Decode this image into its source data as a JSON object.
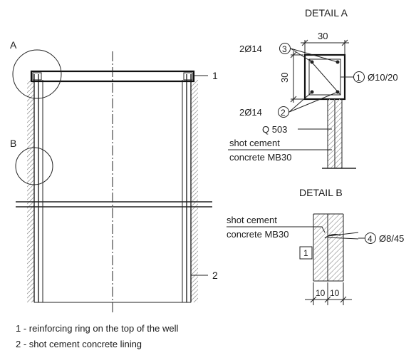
{
  "labels": {
    "detail_a_marker": "A",
    "detail_b_marker": "B",
    "item1_ref": "1",
    "item2_ref": "2"
  },
  "detail_a": {
    "title": "DETAIL A",
    "dim_top": "30",
    "dim_side": "30",
    "top_bars": "2Ø14",
    "top_bars_num": "3",
    "bottom_bars": "2Ø14",
    "bottom_bars_num": "2",
    "stirrup_num": "1",
    "stirrup": "Ø10/20",
    "mesh": "Q 503",
    "material_1": "shot cement",
    "material_2": "concrete MB30"
  },
  "detail_b": {
    "title": "DETAIL B",
    "material_1": "shot cement",
    "material_2": "concrete MB30",
    "anchor_num": "4",
    "anchor": "Ø8/45",
    "box_ref": "1",
    "dim_left": "10",
    "dim_right": "10"
  },
  "legend": {
    "item1": "1 - reinforcing ring on the top of the well",
    "item2": "2 - shot cement concrete lining"
  }
}
